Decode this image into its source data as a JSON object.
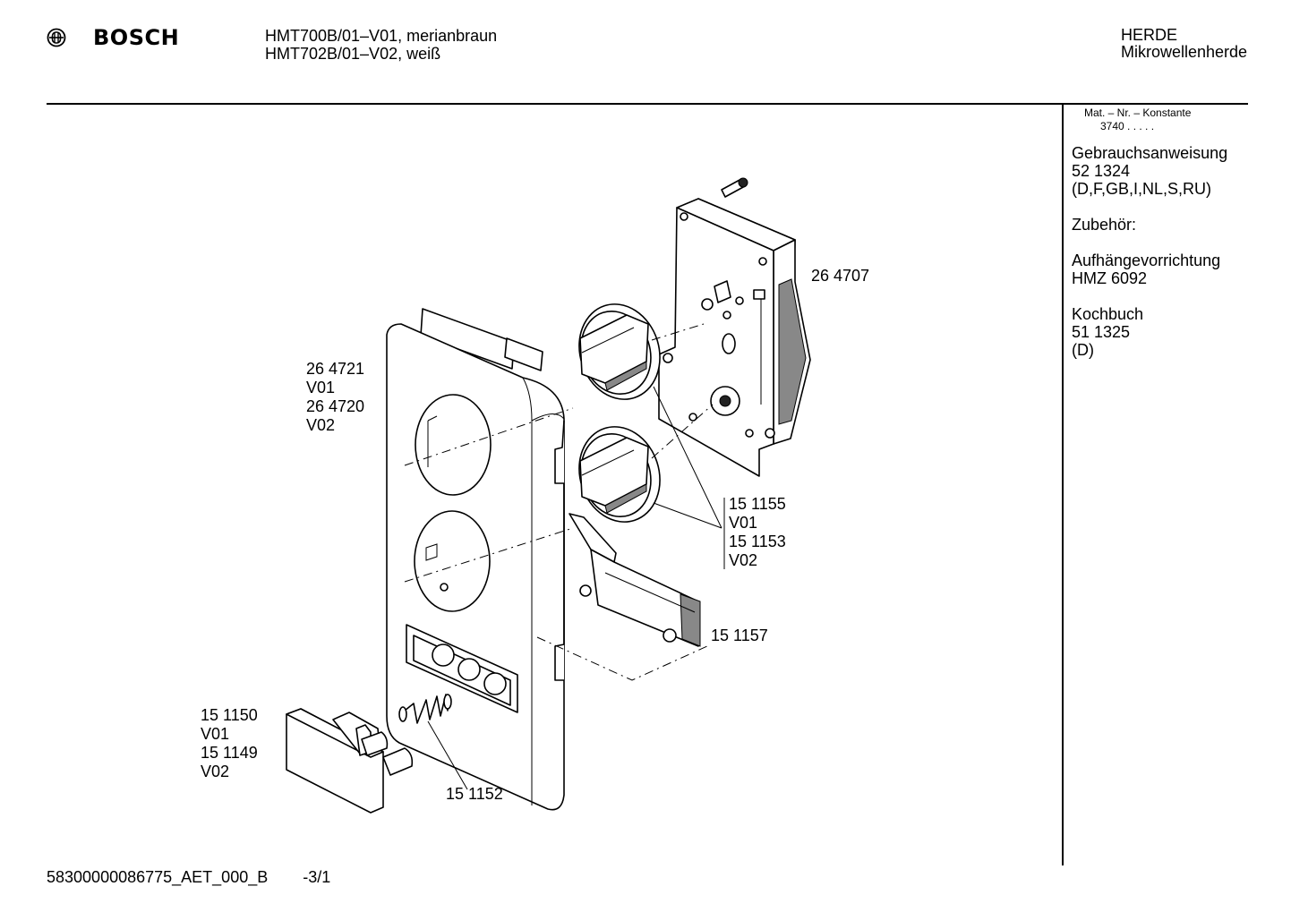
{
  "header": {
    "brand": "BOSCH",
    "model_lines": [
      "HMT700B/01–V01, merianbraun",
      "HMT702B/01–V02, weiß"
    ],
    "category_lines": [
      "HERDE",
      "Mikrowellenherde"
    ]
  },
  "sidebar": {
    "matnr_label": "Mat. – Nr. – Konstante",
    "matnr_value": "3740  .   .   .   .   .",
    "blocks": [
      [
        "Gebrauchsanweisung",
        "52 1324",
        "(D,F,GB,I,NL,S,RU)"
      ],
      [
        "Zubehör:"
      ],
      [
        "Aufhängevorrichtung",
        "HMZ 6092"
      ],
      [
        "Kochbuch",
        "51 1325",
        "(D)"
      ]
    ]
  },
  "labels": {
    "control_module": [
      "26 4707"
    ],
    "front_panel": [
      "26 4721",
      "V01",
      "26 4720",
      "V02"
    ],
    "knobs": [
      "15 1155",
      "V01",
      "15 1153",
      "V02"
    ],
    "lever": [
      "15 1157"
    ],
    "push_button": [
      "15 1150",
      "V01",
      "15 1149",
      "V02"
    ],
    "spring": [
      "15 1152"
    ]
  },
  "footer": {
    "doc_code": "58300000086775_AET_000_B",
    "page": "-3/1"
  }
}
